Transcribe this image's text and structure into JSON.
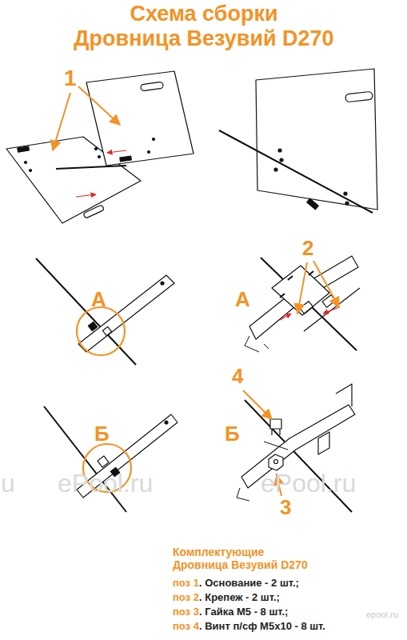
{
  "diagram": {
    "title": "Схема сборки Дровница Везувий D270",
    "labels": [
      "1",
      "А",
      "А",
      "2",
      "Б",
      "Б",
      "4",
      "3",
      "u",
      "ePool.ru",
      "ePool.ru",
      "Комплектующие Дровница Везувий D270",
      "поз 1",
      ". Основание - 2 шт.;",
      "поз 2",
      ". Крепеж - 2 шт.;",
      "поз 3",
      ". Гайка М5 - 8 шт.;",
      "поз 4",
      ". Винт п/сф М5х10 - 8 шт.",
      "epool.ru"
    ]
  }
}
